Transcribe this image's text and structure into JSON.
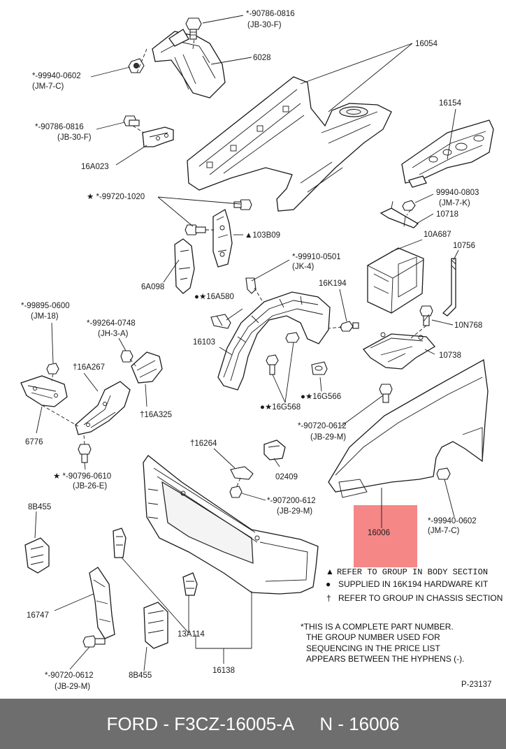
{
  "labels": {
    "l_90786_top": "*-90786-0816",
    "l_jb30f_top": "(JB-30-F)",
    "l_6028": "6028",
    "l_16054": "16054",
    "l_99940_top": "*-99940-0602",
    "l_jm7c_top": "(JM-7-C)",
    "l_90786_mid": "*-90786-0816",
    "l_jb30f_mid": "(JB-30-F)",
    "l_16a023": "16A023",
    "l_16154": "16154",
    "l_99720": "★ *-99720-1020",
    "l_99940_0803": "99940-0803",
    "l_jm7k": "(JM-7-K)",
    "l_10718": "10718",
    "l_103b09": "▲103B09",
    "l_10a687": "10A687",
    "l_10756": "10756",
    "l_99910": "*-99910-0501",
    "l_jk4": "(JK-4)",
    "l_6a098": "6A098",
    "l_16k194": "16K194",
    "l_16a580": "●★16A580",
    "l_99895": "*-99895-0600",
    "l_jm18": "(JM-18)",
    "l_99264": "*-99264-0748",
    "l_jh3a": "(JH-3-A)",
    "l_10n768": "10N768",
    "l_16103": "16103",
    "l_10738": "10738",
    "l_16a267": "†16A267",
    "l_16g566": "●★16G566",
    "l_16g568": "●★16G568",
    "l_16a325": "†16A325",
    "l_90720_mid": "*-90720-0612",
    "l_jb29m_mid": "(JB-29-M)",
    "l_6776": "6776",
    "l_16264": "†16264",
    "l_02409": "02409",
    "l_90796": "★ *-90796-0610",
    "l_jb26e": "(JB-26-E)",
    "l_907200": "*-907200-612",
    "l_jb29m_2": "(JB-29-M)",
    "l_8b455_top": "8B455",
    "l_16006": "16006",
    "l_99940_low": "*-99940-0602",
    "l_jm7c_low": "(JM-7-C)",
    "l_16747": "16747",
    "l_13a114": "13A114",
    "l_16138": "16138",
    "l_90720_low": "*-90720-0612",
    "l_jb29m_low": "(JB-29-M)",
    "l_8b455_low": "8B455",
    "fig_id": "P-23137"
  },
  "legend": {
    "triangle_sym": "▲",
    "triangle_text": "REFER TO GROUP IN BODY SECTION",
    "dot_sym": "●",
    "dot_text": "SUPPLIED IN 16K194 HARDWARE KIT",
    "dagger_sym": "†",
    "dagger_text": "REFER TO GROUP IN CHASSIS SECTION"
  },
  "note": {
    "line1": "*THIS IS A COMPLETE PART NUMBER.",
    "line2": "THE GROUP NUMBER USED FOR",
    "line3": "SEQUENCING IN THE PRICE LIST",
    "line4": "APPEARS BETWEEN THE HYPHENS (-)."
  },
  "highlight": {
    "color": "#f47a7a",
    "target_label": "16006"
  },
  "footer": {
    "brand_part": "FORD - F3CZ-16005-A",
    "number": "N - 16006",
    "background": "#6e6e6e"
  }
}
